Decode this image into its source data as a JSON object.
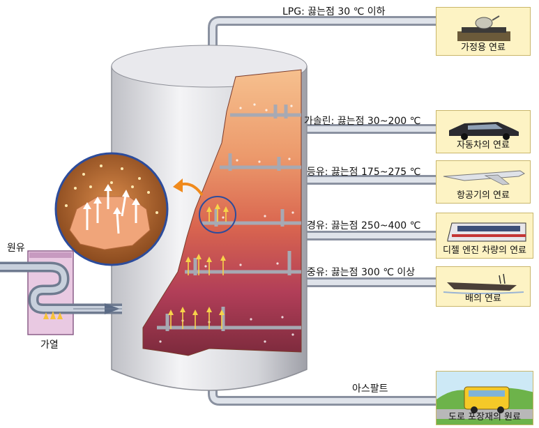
{
  "crude_label": "원유",
  "heat_label": "가열",
  "fractions": [
    {
      "id": "lpg",
      "label": "LPG: 끓는점 30 ℃ 이하",
      "use": "가정용 연료",
      "icon": "stove-icon"
    },
    {
      "id": "gasoline",
      "label": "가솔린: 끓는점 30~200 ℃",
      "use": "자동차의 연료",
      "icon": "car-icon"
    },
    {
      "id": "kerosene",
      "label": "등유: 끓는점 175~275 ℃",
      "use": "항공기의 연료",
      "icon": "airplane-icon"
    },
    {
      "id": "diesel",
      "label": "경유: 끓는점 250~400 ℃",
      "use": "디젤 엔진 차량의 연료",
      "icon": "train-icon"
    },
    {
      "id": "heavy",
      "label": "중유: 끓는점 300 ℃ 이상",
      "use": "배의 연료",
      "icon": "ship-icon"
    },
    {
      "id": "asphalt",
      "label": "아스팔트",
      "use": "도로 포장재의 원료",
      "icon": "bus-road-icon"
    }
  ],
  "colors": {
    "tower": "#d8d8dc",
    "pipe": "#b9bfcc",
    "layer_top": "#f2b98a",
    "layer_mid": "#e4785c",
    "layer_low": "#b44058",
    "layer_bottom": "#6e2236",
    "card_bg": "#fdf3c4",
    "arrow_orange": "#f08a1c"
  }
}
